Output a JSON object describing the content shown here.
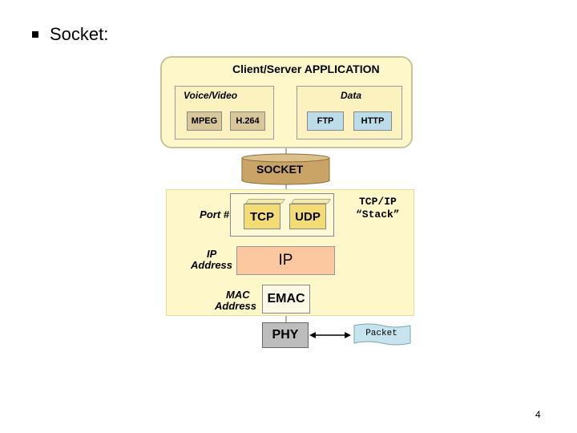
{
  "slide": {
    "bullet": "Socket:",
    "page_number": "4"
  },
  "diagram": {
    "app_title": "Client/Server APPLICATION",
    "voice_video_label": "Voice/Video",
    "data_label": "Data",
    "voice_items": [
      "MPEG",
      "H.264"
    ],
    "data_items": [
      "FTP",
      "HTTP"
    ],
    "socket": "SOCKET",
    "stack_title": "TCP/IP",
    "stack_subtitle": "“Stack”",
    "port_label": "Port #",
    "transport": [
      "TCP",
      "UDP"
    ],
    "ip_label_1": "IP",
    "ip_label_2": "Address",
    "ip": "IP",
    "mac_label_1": "MAC",
    "mac_label_2": "Address",
    "emac": "EMAC",
    "phy": "PHY",
    "packet": "Packet"
  },
  "colors": {
    "app_fill": "#fdf7c9",
    "socket_fill": "#c9a466",
    "ip_fill": "#fbc8a0",
    "phy_fill": "#bdbdbd",
    "packet_fill": "#c6e3ef"
  }
}
